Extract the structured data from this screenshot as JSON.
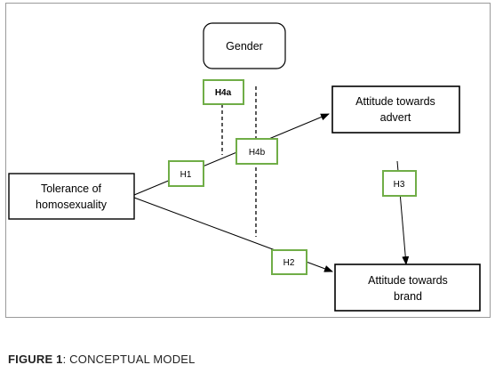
{
  "diagram": {
    "nodes": {
      "gender": "Gender",
      "tolerance": [
        "Tolerance of",
        "homosexuality"
      ],
      "advert": [
        "Attitude towards",
        "advert"
      ],
      "brand": [
        "Attitude towards",
        "brand"
      ]
    },
    "hypotheses": {
      "h1": "H1",
      "h2": "H2",
      "h3": "H3",
      "h4a": "H4a",
      "h4b": "H4b"
    },
    "colors": {
      "hypothesis_border": "#70ad47",
      "box_border": "#000000",
      "frame_border": "#9a9a9a"
    }
  },
  "caption": {
    "prefix": "FIGURE 1",
    "text": ":  CONCEPTUAL MODEL"
  }
}
